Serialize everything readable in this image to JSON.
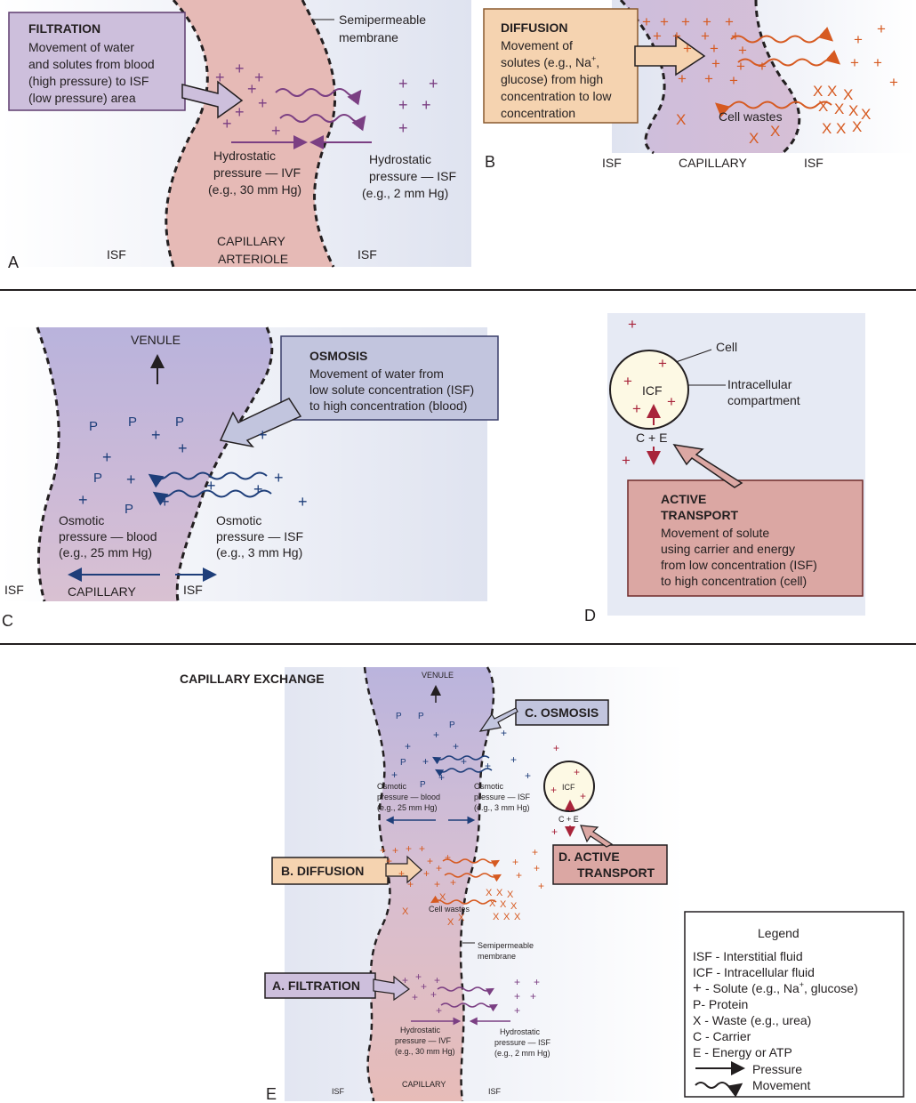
{
  "colors": {
    "filtration_box": "#cdbfdc",
    "diffusion_box": "#f5d3b0",
    "osmosis_box": "#c2c5de",
    "active_box": "#dba7a3",
    "capillary_pink": "#e8bfbc",
    "venule_blue": "#bdb6dc",
    "isf_blue": "#e8ecf5",
    "purple_solute": "#7b3f83",
    "orange_solute": "#d65a21",
    "blue_solute": "#1e3e7a",
    "red_solute": "#a8243a"
  },
  "panel_a": {
    "letter": "A",
    "box_title": "FILTRATION",
    "box_lines": [
      "Movement of water",
      "and solutes from blood",
      "(high pressure) to ISF",
      "(low pressure) area"
    ],
    "membrane_label": [
      "Semipermeable",
      "membrane"
    ],
    "ivf_pressure": [
      "Hydrostatic",
      "pressure — IVF",
      "(e.g., 30 mm Hg)"
    ],
    "isf_pressure": [
      "Hydrostatic",
      "pressure — ISF",
      "(e.g., 2 mm  Hg)"
    ],
    "isf_left": "ISF",
    "isf_right": "ISF",
    "vessel_label": [
      "CAPILLARY",
      "ARTERIOLE"
    ]
  },
  "panel_b": {
    "letter": "B",
    "box_title": "DIFFUSION",
    "box_lines": [
      "Movement of",
      "solutes (e.g., Na",
      "glucose) from high",
      "concentration to low",
      "concentration"
    ],
    "box_sup": "+",
    "box_sup_tail": ",",
    "cell_wastes": "Cell wastes",
    "isf_left": "ISF",
    "vessel": "CAPILLARY",
    "isf_right": "ISF"
  },
  "panel_c": {
    "letter": "C",
    "venule": "VENULE",
    "box_title": "OSMOSIS",
    "box_lines": [
      "Movement of water from",
      "low solute concentration (ISF)",
      "to high concentration (blood)"
    ],
    "blood_pressure": [
      "Osmotic",
      "pressure — blood",
      "(e.g., 25 mm Hg)"
    ],
    "isf_pressure": [
      "Osmotic",
      "pressure — ISF",
      "(e.g., 3 mm Hg)"
    ],
    "isf_left": "ISF",
    "vessel": "CAPILLARY",
    "isf_right": "ISF"
  },
  "panel_d": {
    "letter": "D",
    "cell_label": "Cell",
    "icf": "ICF",
    "compartment": [
      "Intracellular",
      "compartment"
    ],
    "carrier": "C + E",
    "box_title": [
      "ACTIVE",
      "TRANSPORT"
    ],
    "box_lines": [
      "Movement of solute",
      "using carrier and energy",
      "from low concentration (ISF)",
      "to high concentration (cell)"
    ]
  },
  "panel_e": {
    "letter": "E",
    "title": "CAPILLARY EXCHANGE",
    "venule": "VENULE",
    "osmosis_label": "C. OSMOSIS",
    "diffusion_label": "B. DIFFUSION",
    "filtration_label": "A. FILTRATION",
    "active_label": [
      "D. ACTIVE",
      "TRANSPORT"
    ],
    "osm_blood": [
      "Osmotic",
      "pressure — blood",
      "(e.g., 25 mm Hg)"
    ],
    "osm_isf": [
      "Osmotic",
      "pressure — ISF",
      "(e.g., 3 mm Hg)"
    ],
    "icf": "ICF",
    "carrier": "C + E",
    "cell_wastes": "Cell wastes",
    "membrane_label": [
      "Semipermeable",
      "membrane"
    ],
    "hyd_ivf": [
      "Hydrostatic",
      "pressure — IVF",
      "(e.g., 30 mm Hg)"
    ],
    "hyd_isf": [
      "Hydrostatic",
      "pressure — ISF",
      "(e.g., 2 mm  Hg)"
    ],
    "isf_left": "ISF",
    "vessel": "CAPILLARY",
    "isf_right": "ISF"
  },
  "legend": {
    "title": "Legend",
    "items": [
      "ISF - Interstitial fluid",
      "ICF - Intracellular fluid",
      "- Solute (e.g., Na",
      "P- Protein",
      "X - Waste (e.g., urea)",
      "C - Carrier",
      "E - Energy or ATP"
    ],
    "solute_sup": "+",
    "solute_tail": ", glucose)",
    "pressure": "Pressure",
    "movement": "Movement"
  }
}
